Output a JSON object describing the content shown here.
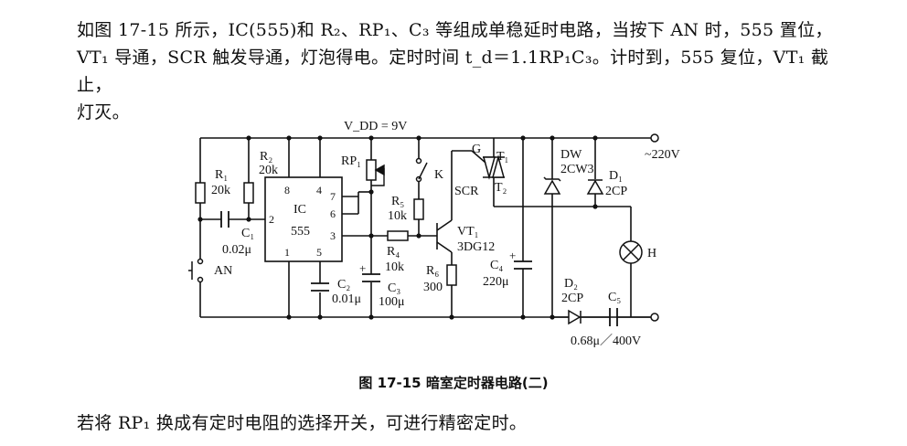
{
  "paragraph_intro": "如图 17-15 所示，IC(555)和 R₂、RP₁、C₃ 等组成单稳延时电路，当按下 AN 时，555 置位，VT₁ 导通，SCR 触发导通，灯泡得电。定时时间 t_d＝1.1RP₁C₃。计时到，555 复位，VT₁ 截止，灯灭。",
  "paragraph_intro_lines": [
    "如图 17-15 所示，IC(555)和 R₂、RP₁、C₃ 等组成单稳延时电路，当按下 AN 时，555 置位，",
    "VT₁ 导通，SCR 触发导通，灯泡得电。定时时间 t_d＝1.1RP₁C₃。计时到，555 复位，VT₁ 截止，",
    "灯灭。"
  ],
  "caption": "图 17-15    暗室定时器电路(二)",
  "paragraph_note": "若将 RP₁ 换成有定时电阻的选择开关，可进行精密定时。",
  "circuit": {
    "supply": "V_DD = 9V",
    "mains": "~220V",
    "ic": {
      "name": "IC",
      "type": "555",
      "pins": [
        "8",
        "4",
        "7",
        "6",
        "2",
        "3",
        "1",
        "5"
      ]
    },
    "components": {
      "R1": {
        "ref": "R₁",
        "value": "20k"
      },
      "R2": {
        "ref": "R₂",
        "value": "20k"
      },
      "C1": {
        "ref": "C₁",
        "value": "0.02μ"
      },
      "AN": {
        "ref": "AN"
      },
      "RP1": {
        "ref": "RP₁"
      },
      "C2": {
        "ref": "C₂",
        "value": "0.01μ"
      },
      "C3": {
        "ref": "C₃",
        "value": "100μ"
      },
      "R4": {
        "ref": "R₄",
        "value": "10k"
      },
      "R5": {
        "ref": "R₅",
        "value": "10k"
      },
      "K": {
        "ref": "K"
      },
      "VT1": {
        "ref": "VT₁",
        "value": "3DG12"
      },
      "R6": {
        "ref": "R₆",
        "value": "300"
      },
      "SCR": {
        "ref": "SCR",
        "gate": "G",
        "t1": "T₁",
        "t2": "T₂"
      },
      "C4": {
        "ref": "C₄",
        "value": "220μ"
      },
      "DW": {
        "ref": "DW",
        "value": "2CW3"
      },
      "D1": {
        "ref": "D₁",
        "value": "2CP"
      },
      "D2": {
        "ref": "D₂",
        "value": "2CP"
      },
      "C5": {
        "ref": "C₅",
        "value": "0.68μ／400V"
      },
      "H": {
        "ref": "H"
      }
    }
  }
}
